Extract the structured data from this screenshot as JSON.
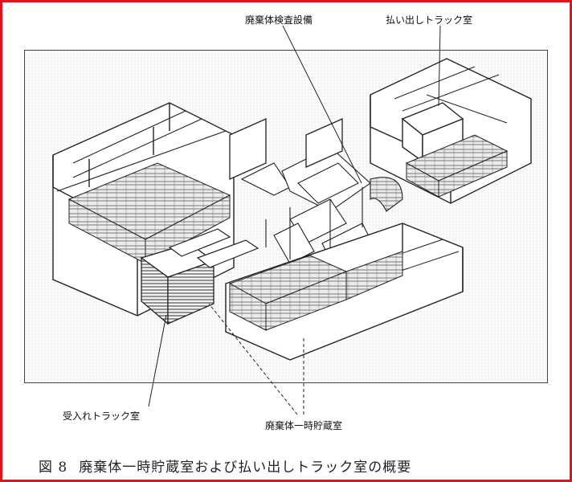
{
  "labels": {
    "inspection_equipment": "廃棄体検査設備",
    "outbound_truck_room": "払い出しトラック室",
    "inbound_truck_room": "受入れトラック室",
    "temporary_storage_room": "廃棄体一時貯蔵室"
  },
  "caption": {
    "figure_number": "図 8",
    "text": "廃棄体一時貯蔵室および払い出しトラック室の概要"
  },
  "colors": {
    "frame": "#e2141b",
    "line": "#222222"
  }
}
